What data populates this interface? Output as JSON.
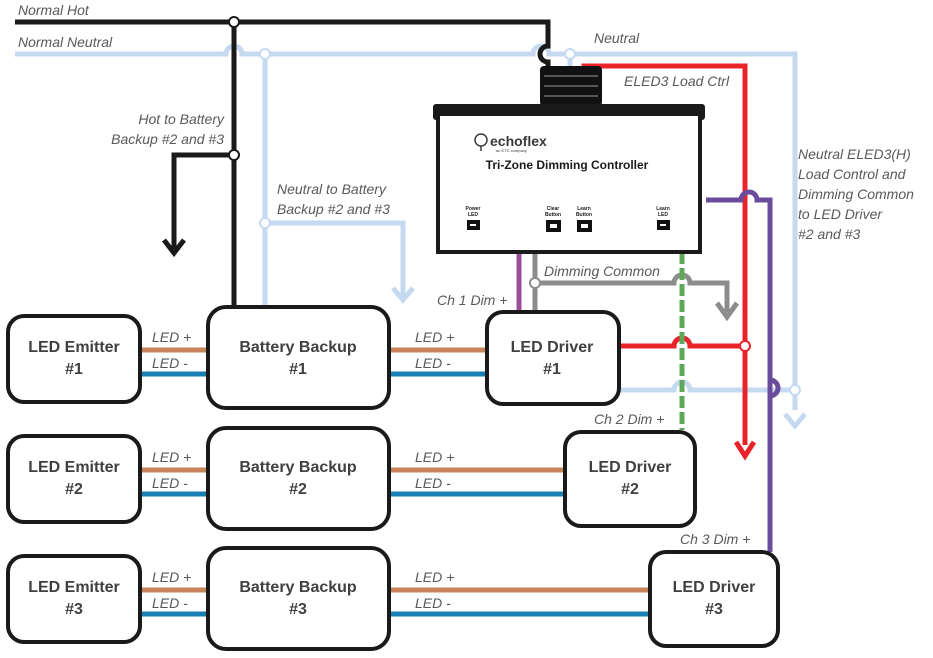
{
  "labels": {
    "normal_hot": "Normal Hot",
    "normal_neutral": "Normal Neutral",
    "neutral": "Neutral",
    "eled3_load_ctrl": "ELED3 Load Ctrl",
    "hot_to_battery_line1": "Hot to Battery",
    "hot_to_battery_line2": "Backup #2 and #3",
    "neutral_to_battery_line1": "Neutral to Battery",
    "neutral_to_battery_line2": "Backup #2 and #3",
    "neutral_eled3_line1": "Neutral ELED3(H)",
    "neutral_eled3_line2": "Load Control and",
    "neutral_eled3_line3": "Dimming Common",
    "neutral_eled3_line4": "to LED Driver",
    "neutral_eled3_line5": "#2 and #3",
    "dimming_common": "Dimming Common",
    "ch1_dim": "Ch 1 Dim +",
    "ch2_dim": "Ch 2 Dim +",
    "ch3_dim": "Ch 3 Dim +",
    "led_plus": "LED  +",
    "led_minus": "LED  -"
  },
  "controller": {
    "brand": "echoflex",
    "brand_sub": "an ETC company",
    "title": "Tri-Zone Dimming Controller",
    "power_led_l1": "Power",
    "power_led_l2": "LED",
    "clear_button_l1": "Clear",
    "clear_button_l2": "Button",
    "learn_button_l1": "Learn",
    "learn_button_l2": "Button",
    "learn_led_l1": "Learn",
    "learn_led_l2": "LED"
  },
  "rows": [
    {
      "emitter_l1": "LED Emitter",
      "emitter_l2": "#1",
      "battery_l1": "Battery Backup",
      "battery_l2": "#1",
      "driver_l1": "LED Driver",
      "driver_l2": "#1"
    },
    {
      "emitter_l1": "LED Emitter",
      "emitter_l2": "#2",
      "battery_l1": "Battery Backup",
      "battery_l2": "#2",
      "driver_l1": "LED Driver",
      "driver_l2": "#2"
    },
    {
      "emitter_l1": "LED Emitter",
      "emitter_l2": "#3",
      "battery_l1": "Battery Backup",
      "battery_l2": "#3",
      "driver_l1": "LED Driver",
      "driver_l2": "#3"
    }
  ],
  "colors": {
    "hot": "#1a1a1a",
    "neutral": "#c5daf0",
    "load_ctrl": "#e8232a",
    "led_plus": "#c8845a",
    "led_minus": "#1a7fb3",
    "dimming_common": "#8c8c8c",
    "ch1_dim": "#9b4f9a",
    "ch2_dim": "#5fa85a",
    "ch3_dim": "#6a4c9c"
  }
}
